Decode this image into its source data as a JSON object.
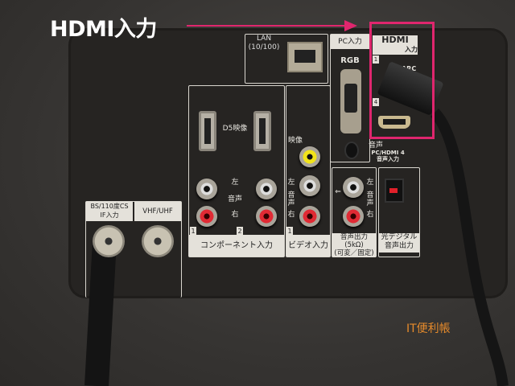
{
  "annotation": {
    "title": "HDMI入力",
    "highlight_color": "#e0266e"
  },
  "panel": {
    "lan": {
      "label_line1": "LAN",
      "label_line2": "(10/100)"
    },
    "pc": {
      "label": "PC入力",
      "rgb": "RGB",
      "audio": "音声",
      "audio_sub1": "PC/HDMI 4",
      "audio_sub2": "音声入力"
    },
    "hdmi": {
      "logo": "HDMI",
      "label": "入力",
      "port1": "1",
      "arc": "▼ARC",
      "port4": "4"
    },
    "component": {
      "d5": "D5映像",
      "left": "左",
      "audio": "音声",
      "right": "右",
      "num1": "1",
      "num2": "2",
      "label": "コンポーネント入力"
    },
    "video": {
      "video": "映像",
      "left": "左",
      "audio": "音声",
      "right": "右",
      "num1": "1",
      "label": "ビデオ入力"
    },
    "audio_out": {
      "arrow": "⇐",
      "left": "左",
      "audio": "音声",
      "right": "右",
      "label1": "音声出力",
      "label2": "(5kΩ)",
      "label3": "(可変／固定)"
    },
    "optical": {
      "label1": "光デジタル",
      "label2": "音声出力"
    },
    "bs": {
      "label1": "BS/110度CS",
      "label2": "IF入力"
    },
    "vhf": {
      "label": "VHF/UHF"
    }
  },
  "watermark": "IT便利帳"
}
